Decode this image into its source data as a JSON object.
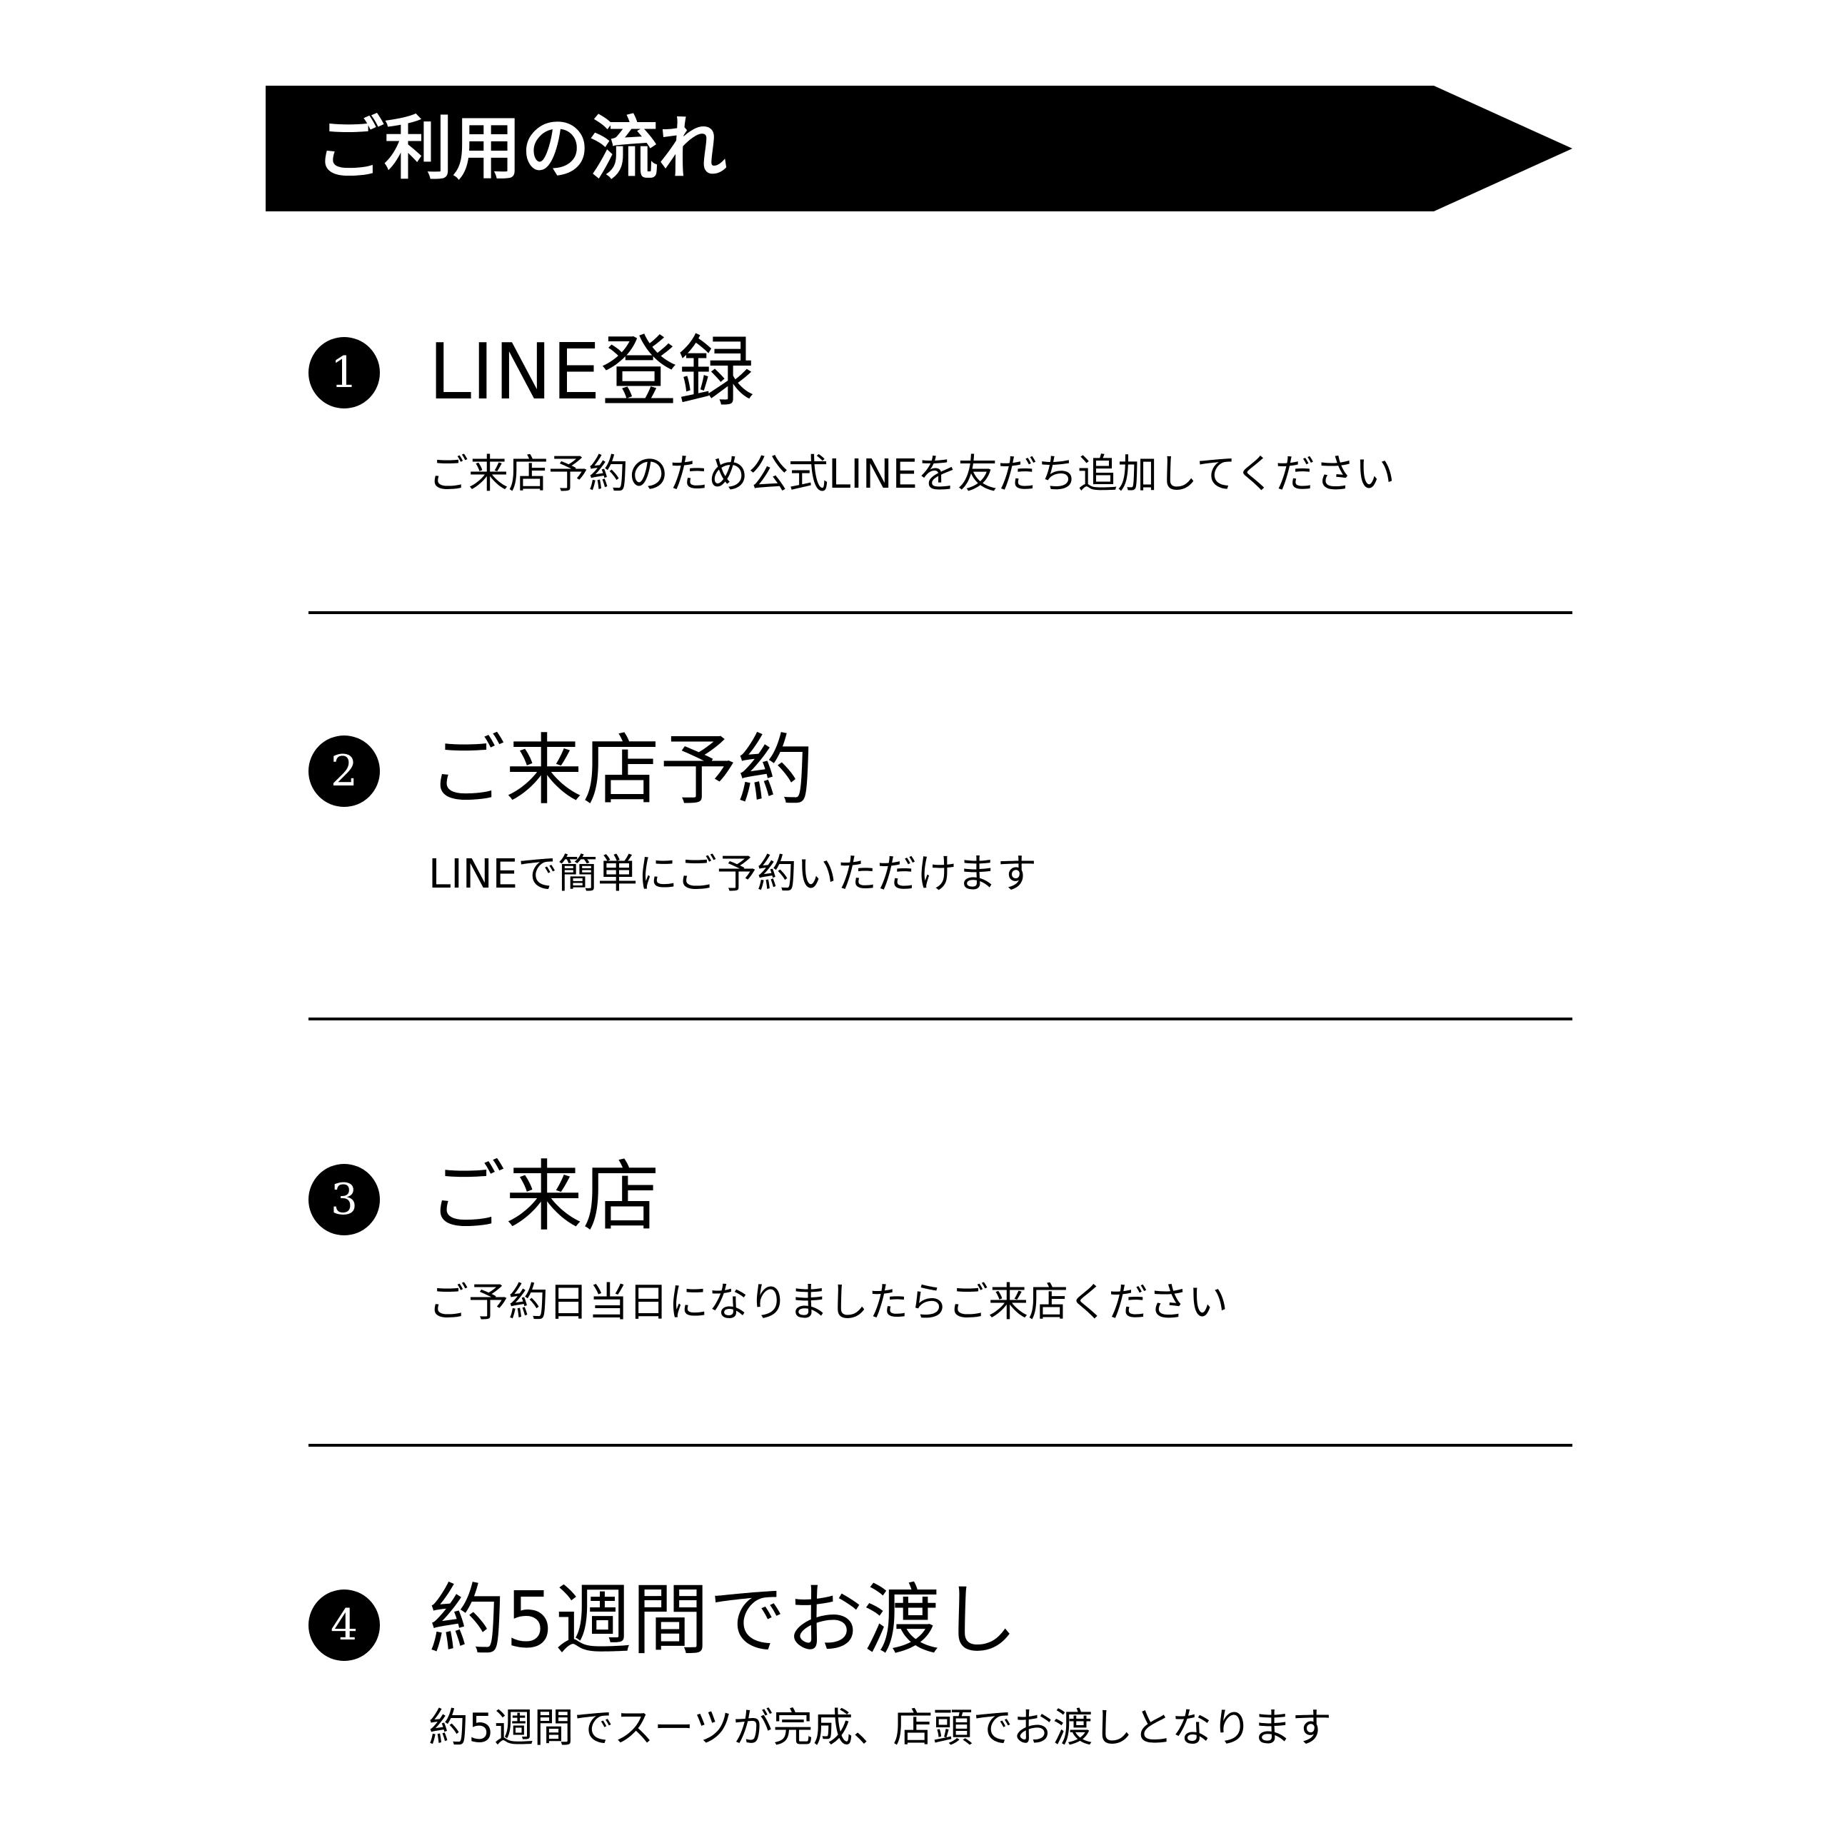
{
  "header": {
    "title": "ご利用の流れ"
  },
  "steps": [
    {
      "number": "1",
      "title": "LINE登録",
      "description": "ご来店予約のため公式LINEを友だち追加してください"
    },
    {
      "number": "2",
      "title": "ご来店予約",
      "description": "LINEで簡単にご予約いただけます"
    },
    {
      "number": "3",
      "title": "ご来店",
      "description": "ご予約日当日になりましたらご来店ください"
    },
    {
      "number": "4",
      "title": "約5週間でお渡し",
      "description": "約5週間でスーツが完成、店頭でお渡しとなります"
    }
  ]
}
